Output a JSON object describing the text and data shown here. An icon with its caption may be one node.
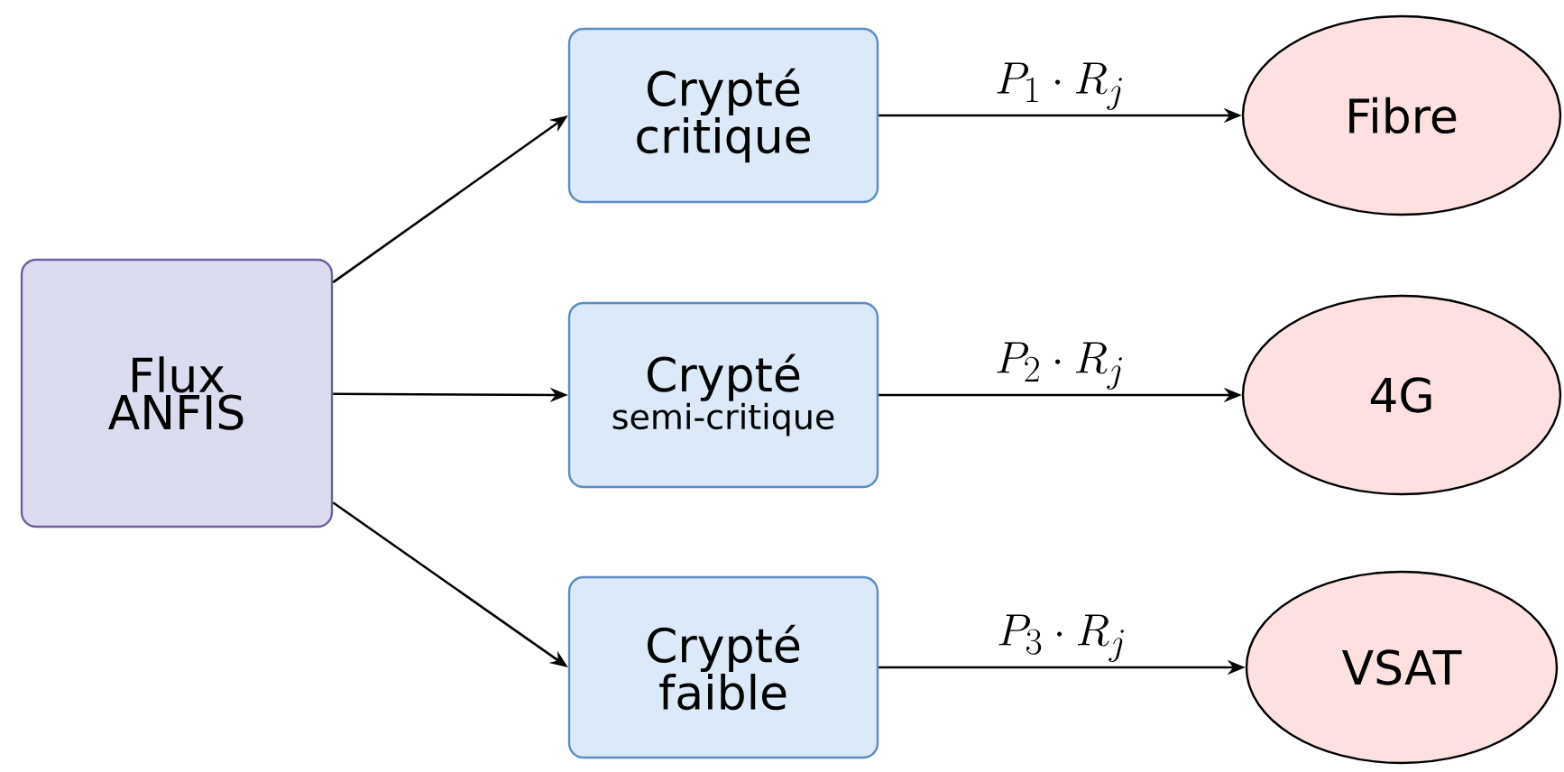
{
  "diagram": {
    "nodes": [
      {
        "text": [
          "Flux ANFIS"
        ]
      },
      {
        "text": [
          "Crypté critique"
        ]
      },
      {
        "text": [
          "Crypté",
          "semi-critique"
        ]
      },
      {
        "text": [
          "Crypté faible"
        ]
      },
      {
        "text": [
          "Fibre"
        ]
      },
      {
        "text": [
          "4G"
        ]
      },
      {
        "text": [
          "VSAT"
        ]
      }
    ],
    "edges": [
      {
        "from": 0,
        "to": 1,
        "arrow": "to"
      },
      {
        "from": 0,
        "to": 2,
        "arrow": "to"
      },
      {
        "from": 0,
        "to": 3,
        "arrow": "to"
      },
      {
        "from": 1,
        "to": 4,
        "arrow": "to",
        "label": "P_1 \\cdot R_j"
      },
      {
        "from": 2,
        "to": 5,
        "arrow": "to",
        "label": "P_2 \\cdot R_j"
      },
      {
        "from": 3,
        "to": 6,
        "arrow": "to",
        "label": "P_3 \\cdot R_j"
      }
    ]
  }
}
